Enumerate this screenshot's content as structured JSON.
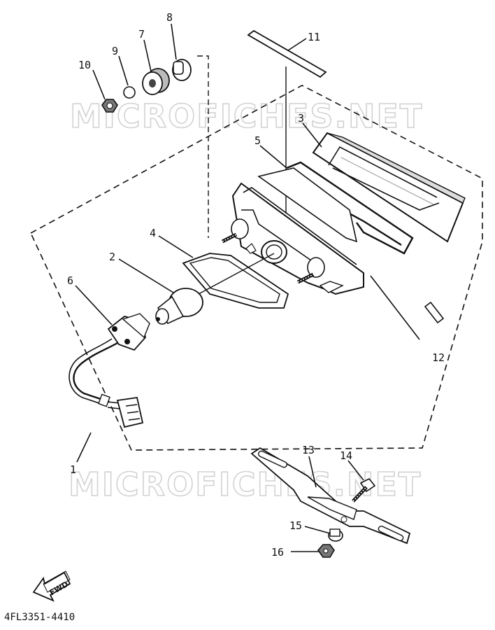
{
  "watermark": {
    "text": "MICROFICHES.NET"
  },
  "fwd_label": "FWD",
  "drawing_code": "4FL3351-4410",
  "callouts": {
    "c1": "1",
    "c2": "2",
    "c3": "3",
    "c4": "4",
    "c5": "5",
    "c6": "6",
    "c7": "7",
    "c8": "8",
    "c9": "9",
    "c10": "10",
    "c11": "11",
    "c12": "12",
    "c13": "13",
    "c14": "14",
    "c15": "15",
    "c16": "16"
  }
}
